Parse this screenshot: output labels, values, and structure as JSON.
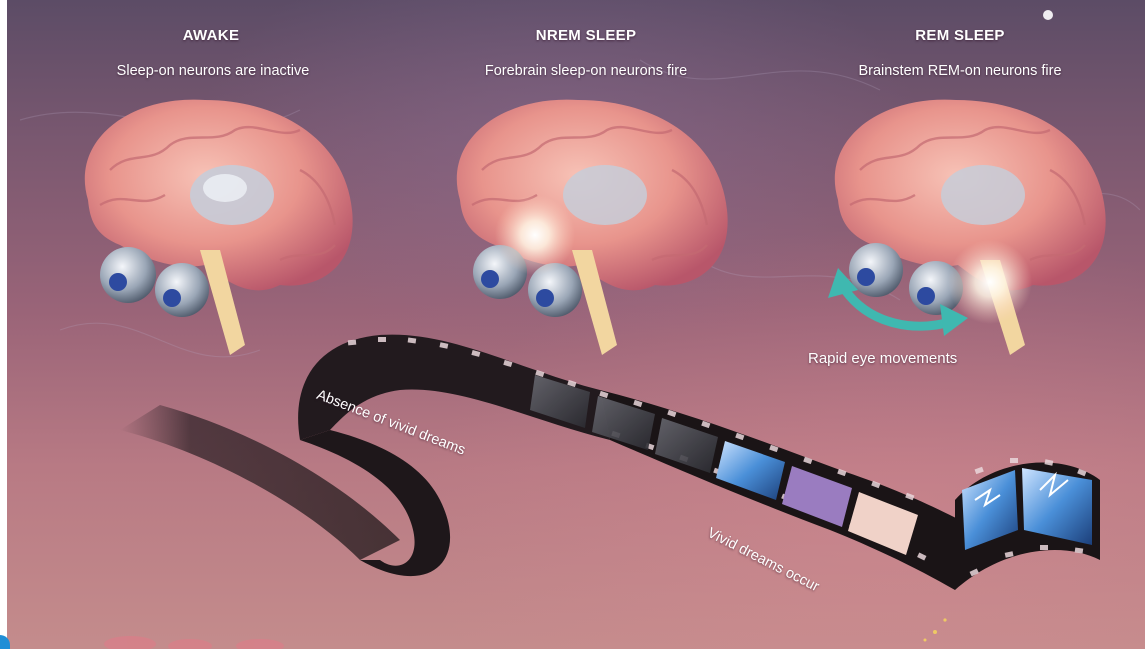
{
  "columns": [
    {
      "title": "AWAKE",
      "subtitle": "Sleep-on neurons are inactive"
    },
    {
      "title": "NREM SLEEP",
      "subtitle": "Forebrain sleep-on neurons fire"
    },
    {
      "title": "REM SLEEP",
      "subtitle": "Brainstem REM-on neurons fire"
    }
  ],
  "annotations": {
    "rapid_eye": "Rapid eye movements",
    "no_dreams": "Absence of vivid dreams",
    "dreams": "Vivid dreams occur"
  },
  "colors": {
    "background_top": "#5c4c66",
    "background_bottom": "#c48c8c",
    "brain": "#e8948c",
    "glow": "#ffffff",
    "arrow": "#3fb8b0",
    "film": "#1a1416",
    "dream_frame": "#4a8fd8"
  }
}
